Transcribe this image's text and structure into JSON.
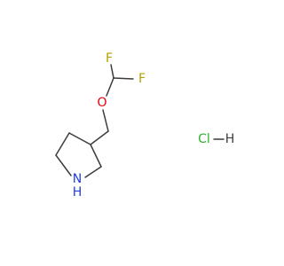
{
  "molecule": {
    "atoms": {
      "fluorine_top": "F",
      "fluorine_right": "F",
      "oxygen": "O",
      "nitrogen": "N",
      "hydrogen_on_nitrogen": "H",
      "chlorine": "Cl",
      "hydrogen_salt": "H"
    },
    "colors": {
      "bond": "#3c3c3c",
      "fluorine": "#b6a000",
      "oxygen": "#e5000f",
      "nitrogen": "#1f3ee0",
      "chlorine": "#2cb52c",
      "hydrogen": "#3c3c3c"
    }
  }
}
